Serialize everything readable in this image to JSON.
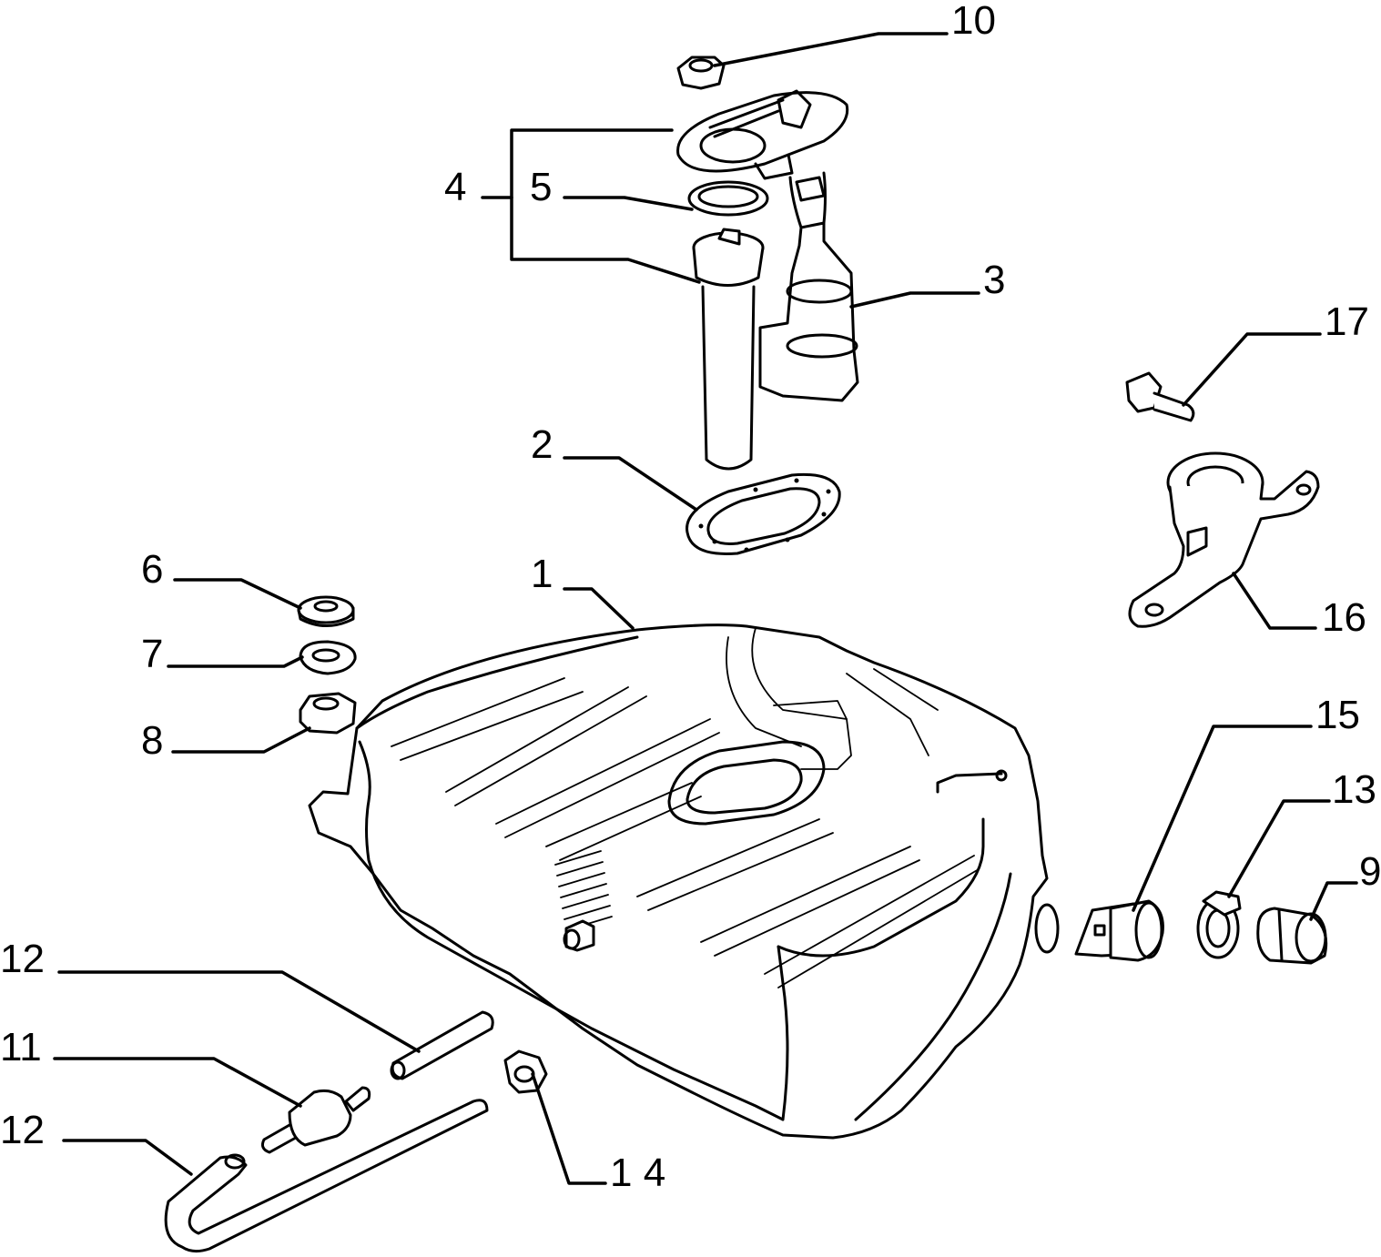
{
  "callouts": [
    {
      "id": "c1",
      "text": "1"
    },
    {
      "id": "c2",
      "text": "2"
    },
    {
      "id": "c3",
      "text": "3"
    },
    {
      "id": "c4",
      "text": "4"
    },
    {
      "id": "c5",
      "text": "5"
    },
    {
      "id": "c6",
      "text": "6"
    },
    {
      "id": "c7",
      "text": "7"
    },
    {
      "id": "c8",
      "text": "8"
    },
    {
      "id": "c9",
      "text": "9"
    },
    {
      "id": "c10",
      "text": "10"
    },
    {
      "id": "c11",
      "text": "11"
    },
    {
      "id": "c12a",
      "text": "12"
    },
    {
      "id": "c12b",
      "text": "12"
    },
    {
      "id": "c13",
      "text": "13"
    },
    {
      "id": "c14",
      "text": "1 4"
    },
    {
      "id": "c15",
      "text": "15"
    },
    {
      "id": "c16",
      "text": "16"
    },
    {
      "id": "c17",
      "text": "17"
    }
  ]
}
